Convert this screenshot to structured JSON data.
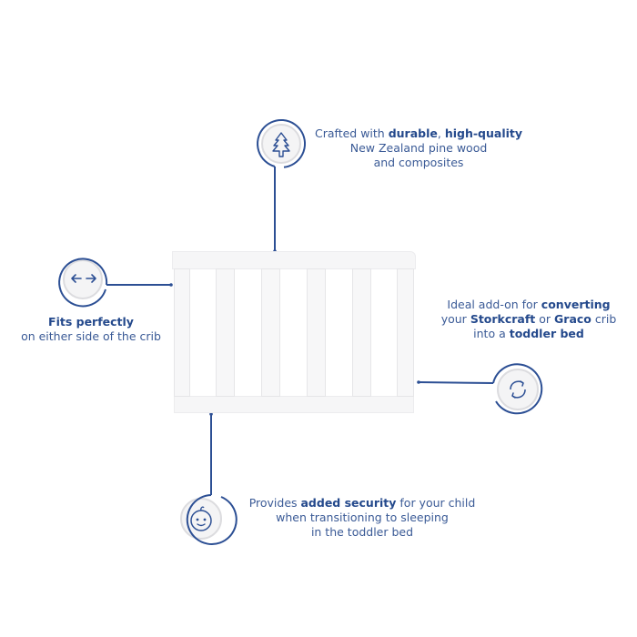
{
  "features": [
    {
      "id": "material",
      "icon": "tree-icon",
      "parts": [
        {
          "t": "Crafted with ",
          "b": false
        },
        {
          "t": "durable",
          "b": true
        },
        {
          "t": ", ",
          "b": false
        },
        {
          "t": "high-quality",
          "b": true
        }
      ],
      "line2": "New Zealand pine wood",
      "line3": "and composites"
    },
    {
      "id": "fit",
      "icon": "double-arrow-icon",
      "title": "Fits perfectly",
      "line2": "on either side of the crib"
    },
    {
      "id": "convert",
      "icon": "refresh-icon",
      "line1_a": "Ideal add-on for ",
      "line1_b": "converting",
      "line2_a": "your ",
      "line2_b": "Storkcraft",
      "line2_c": " or ",
      "line2_d": "Graco",
      "line2_e": " crib",
      "line3_a": "into a ",
      "line3_b": "toddler bed"
    },
    {
      "id": "security",
      "icon": "baby-face-icon",
      "line1_a": "Provides ",
      "line1_b": "added security",
      "line1_c": " for your child",
      "line2": "when transitioning to sleeping",
      "line3": "in the toddler bed"
    }
  ],
  "colors": {
    "accent": "#2c4f94",
    "text": "#3a5a96",
    "circle_fill": "#f4f4f5",
    "crib": "#f6f6f7"
  },
  "product": "toddler guardrail (crib conversion rail)"
}
